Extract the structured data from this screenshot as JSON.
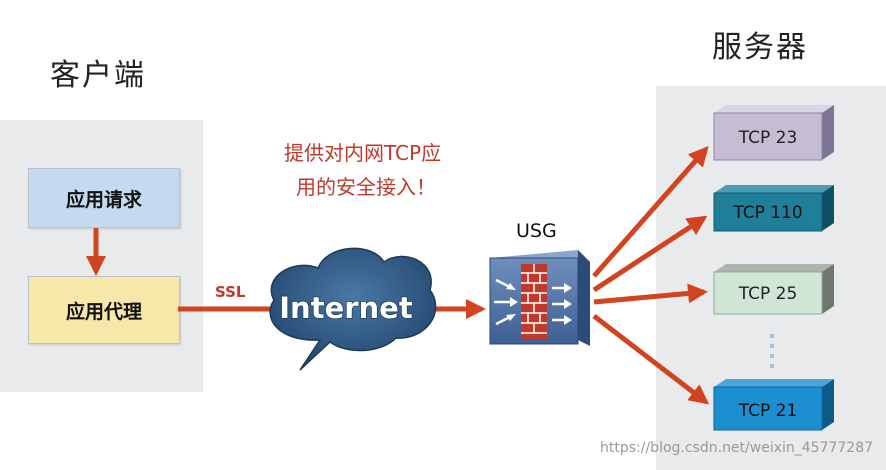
{
  "client": {
    "title": "客户端",
    "request_label": "应用请求",
    "proxy_label": "应用代理"
  },
  "server": {
    "title": "服务器",
    "ports": [
      "TCP 23",
      "TCP 110",
      "TCP 25",
      "TCP 21"
    ]
  },
  "note": {
    "line1": "提供对内网TCP应",
    "line2": "用的安全接入！"
  },
  "ssl_label": "SSL",
  "internet_label": "Internet",
  "usg_label": "USG",
  "watermark": "https://blog.csdn.net/weixin_45777287",
  "colors": {
    "arrow": "#d2431f",
    "panel": "#e9eaec",
    "request_box": "#c4daf0",
    "proxy_box": "#f7e7a8",
    "cloud": "#305a82",
    "note_text": "#c0392b"
  }
}
